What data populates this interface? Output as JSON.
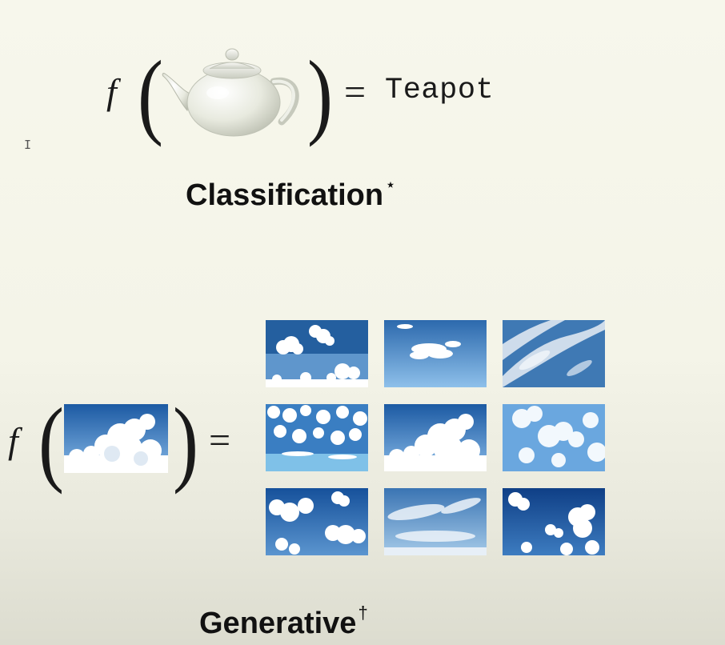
{
  "classification": {
    "function_symbol": "f",
    "open_paren": "(",
    "close_paren": ")",
    "equals": "=",
    "output_label": "Teapot",
    "heading": "Classification",
    "heading_mark": "⋆",
    "input_image_icon": "teapot-image"
  },
  "generative": {
    "function_symbol": "f",
    "open_paren": "(",
    "close_paren": ")",
    "equals": "=",
    "heading": "Generative",
    "heading_mark": "†",
    "input_image_icon": "cloud-sky-image",
    "output_grid": {
      "rows": 3,
      "cols": 3,
      "icons": [
        "cloud-sky-image",
        "cloud-sky-image",
        "cloud-sky-image",
        "cloud-sky-image",
        "cloud-sky-image",
        "cloud-sky-image",
        "cloud-sky-image",
        "cloud-sky-image",
        "cloud-sky-image"
      ]
    }
  },
  "cursor_glyph": "I",
  "colors": {
    "background": "#f5f5ea",
    "sky_deep": "#1f5fa6",
    "sky_light": "#7fb2e0",
    "cloud": "#ffffff",
    "teapot": "#e9ebe2"
  }
}
